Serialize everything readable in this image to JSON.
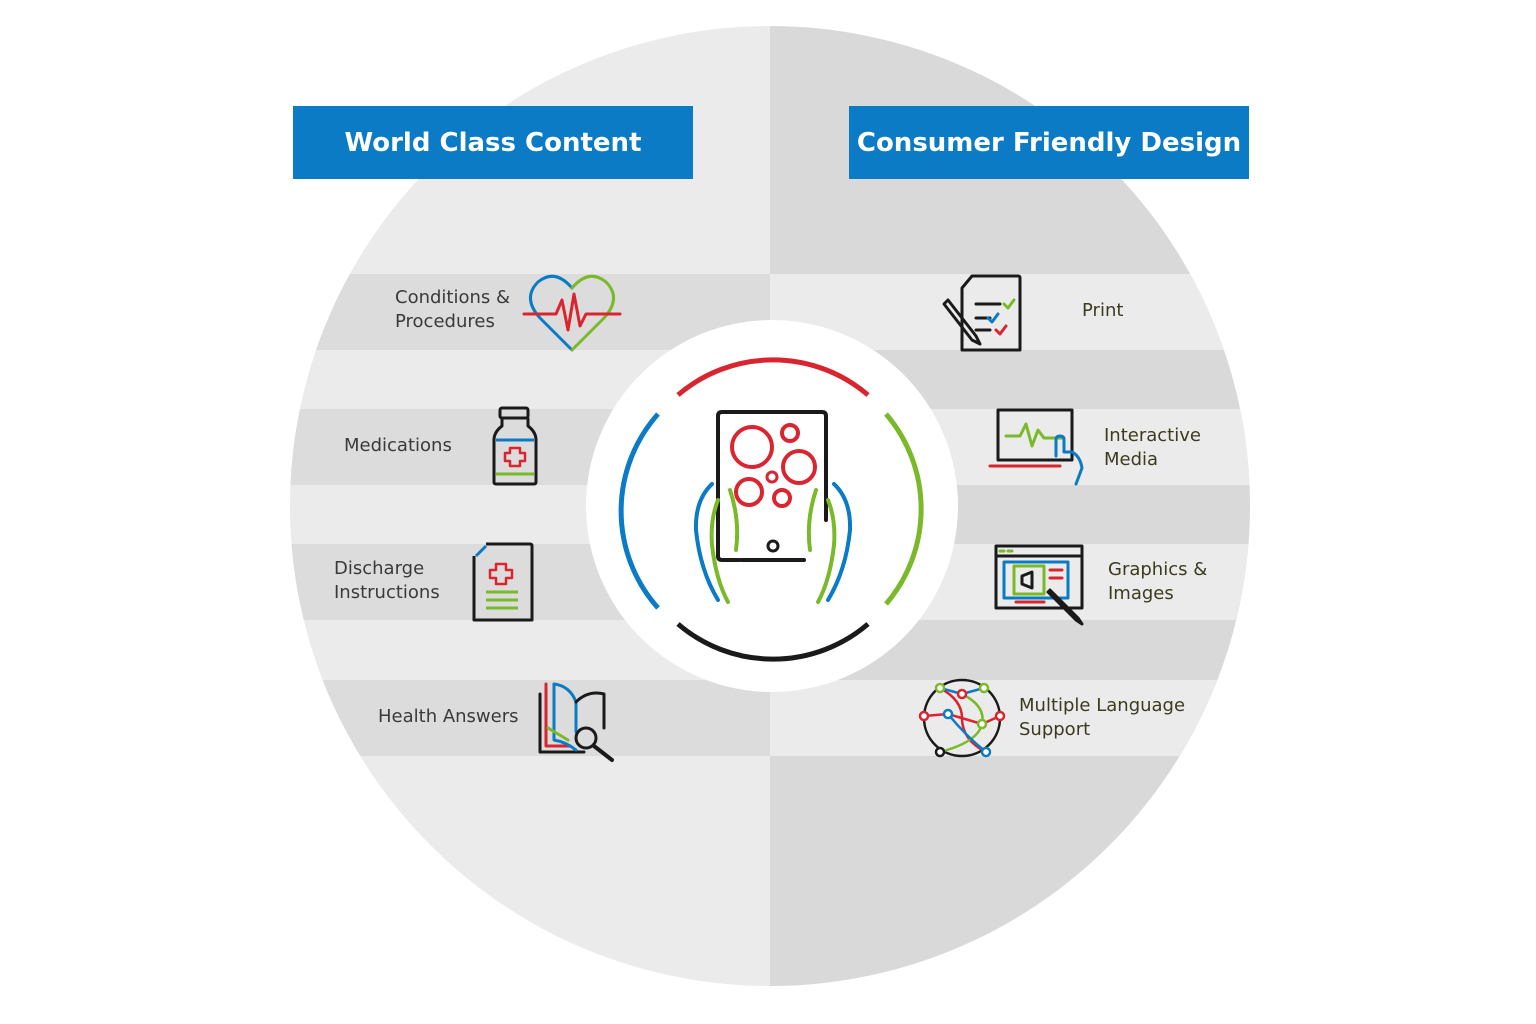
{
  "left_panel": {
    "title": "World Class Content",
    "items": [
      {
        "line1": "Conditions &",
        "line2": "Procedures",
        "icon": "heart-pulse-icon"
      },
      {
        "line1": "Medications",
        "line2": "",
        "icon": "medicine-bottle-icon"
      },
      {
        "line1": "Discharge",
        "line2": "Instructions",
        "icon": "medical-document-icon"
      },
      {
        "line1": "Health Answers",
        "line2": "",
        "icon": "book-search-icon"
      }
    ]
  },
  "right_panel": {
    "title": "Consumer Friendly Design",
    "items": [
      {
        "line1": "Print",
        "line2": "",
        "icon": "checklist-print-icon"
      },
      {
        "line1": "Interactive",
        "line2": "Media",
        "icon": "laptop-touch-icon"
      },
      {
        "line1": "Graphics &",
        "line2": "Images",
        "icon": "graphics-screen-icon"
      },
      {
        "line1": "Multiple Language",
        "line2": "Support",
        "icon": "globe-network-icon"
      }
    ]
  },
  "center": {
    "icon": "tablet-hands-icon"
  },
  "colors": {
    "blue": "#0a7bc4",
    "red": "#d9252f",
    "green": "#7ab929",
    "dark": "#1a1a1a",
    "left_bg": "#ebebeb",
    "right_bg": "#d9d9d9",
    "left_band": "#dcdcdc",
    "right_band": "#ebebeb"
  }
}
